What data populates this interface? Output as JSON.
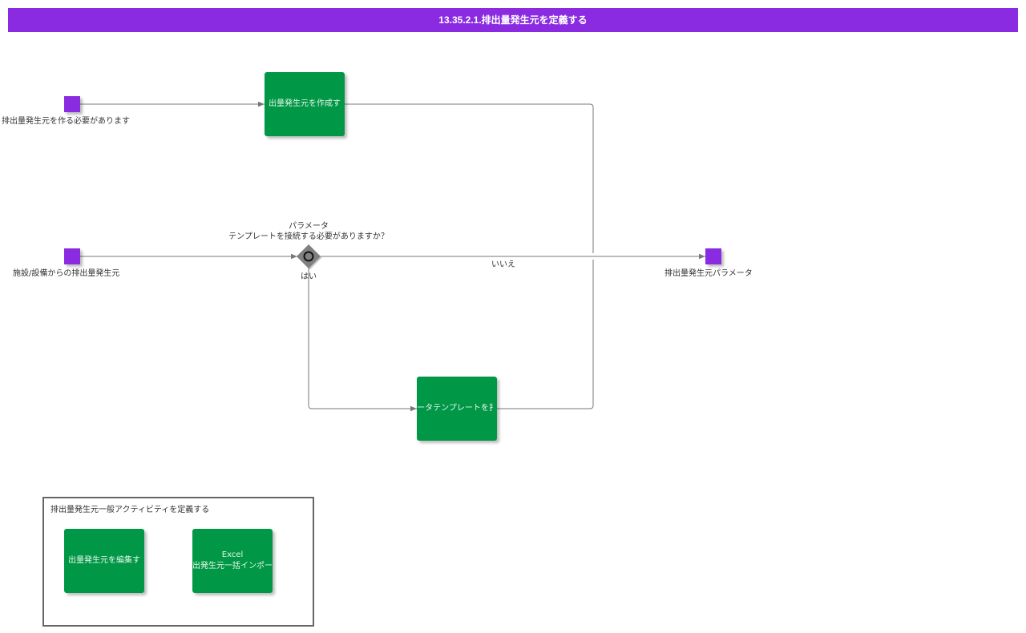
{
  "title": "13.35.2.1.排出量発生元を定義する",
  "colors": {
    "title_bar": "#8a2be2",
    "event": "#8a2be2",
    "task": "#009846",
    "gateway": "#808080",
    "edge": "#777777",
    "group_border": "#666666"
  },
  "events": {
    "start_create": "排出量発生元を作る必要があります",
    "start_facility": "施設/設備からの排出量発生元",
    "end": "排出量発生元パラメータ"
  },
  "tasks": {
    "create_source": "出量発生元を作成す",
    "attach_template": "ータテンプレートを扌"
  },
  "gateway": {
    "question_line1": "パラメータ",
    "question_line2": "テンプレートを接続する必要がありますか？",
    "yes_label": "はい",
    "no_label": "いいえ"
  },
  "group": {
    "label": "排出量発生元一般アクティビティを定義する",
    "edit_task": "出量発生元を編集す",
    "import_task_line1": "Excel",
    "import_task_line2": "出発生元一括インポー"
  }
}
